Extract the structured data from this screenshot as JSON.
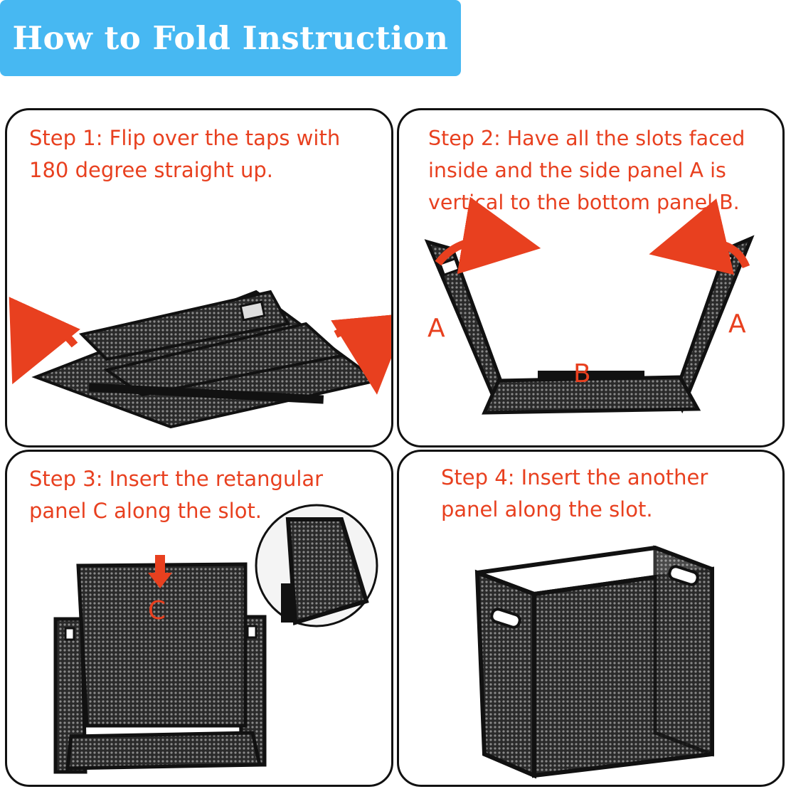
{
  "title": "How to Fold Instruction",
  "colors": {
    "banner": "#47b8f2",
    "step_text": "#e8401f",
    "border": "#111111",
    "mesh": "#1a1a1a"
  },
  "steps": [
    {
      "text": "Step 1: Flip over the taps with\n180 degree straight up."
    },
    {
      "text": "Step 2: Have all the slots faced\ninside and the side panel A is\nvertical to  the bottom panel B.",
      "labels": {
        "a": "A",
        "b": "B"
      }
    },
    {
      "text": "Step 3: Insert the retangular\npanel C along the slot.",
      "labels": {
        "c": "C"
      }
    },
    {
      "text": "Step 4: Insert the another\npanel along the slot."
    }
  ]
}
